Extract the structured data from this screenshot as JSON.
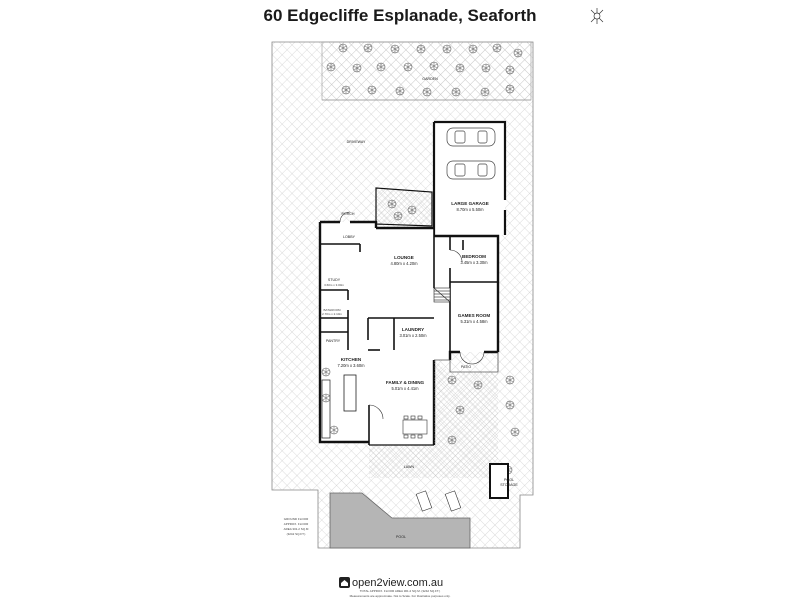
{
  "title": "60 Edgecliffe Esplanade, Seaforth",
  "rooms": {
    "garden": "GARDEN",
    "driveway": "DRIVEWAY",
    "porch": "PORCH",
    "lobby": "LOBBY",
    "large_garage": {
      "name": "LARGE GARAGE",
      "dims": "8.70m x 5.50m"
    },
    "bedroom": {
      "name": "BEDROOM",
      "dims": "3.45m x 3.30m"
    },
    "lounge": {
      "name": "LOUNGE",
      "dims": "4.80m x 4.20m"
    },
    "study": {
      "name": "STUDY",
      "dims": "3.60m x 3.00m"
    },
    "games_room": {
      "name": "GAMES ROOM",
      "dims": "5.31m x 4.58m"
    },
    "bathroom": {
      "name": "BATHROOM",
      "dims": "2.70m x 2.10m"
    },
    "laundry": {
      "name": "LAUNDRY",
      "dims": "3.01m x 2.50m"
    },
    "pantry": "PANTRY",
    "kitchen": {
      "name": "KITCHEN",
      "dims": "7.20m x 3.60m"
    },
    "patio": "PATIO",
    "family_dining": {
      "name": "FAMILY & DINING",
      "dims": "5.01m x 4.41m"
    },
    "lawn": "LAWN",
    "pool_storage": {
      "line1": "POOL",
      "line2": "STORAGE"
    },
    "pool": "POOL"
  },
  "floor_note": [
    "GROUND FLOOR",
    "APPROX. FLOOR",
    "AREA 301.2 SQ.M",
    "(3242 SQ.FT.)"
  ],
  "brand": "open2view.com.au",
  "footer": [
    "TOTAL APPROX. FLOOR AREA 301.2 SQ.M. (3242 SQ.FT.)",
    "Measurements are approximate. Not to Scale. For illustrative purposes only."
  ],
  "colors": {
    "wall": "#111111",
    "hatch": "#bdbdbd",
    "lawn_hatch": "#cfcfcf",
    "pool": "#b7b7b7"
  },
  "icons": {
    "compass": "compass-icon",
    "brand_logo": "house-logo-icon"
  }
}
